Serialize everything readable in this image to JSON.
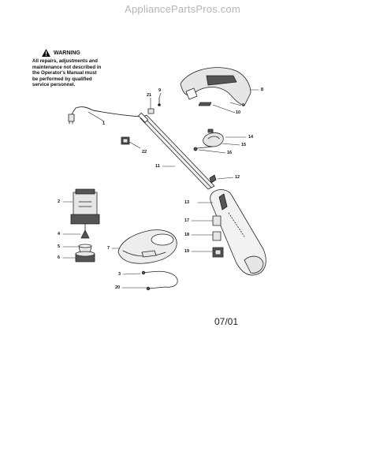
{
  "site": "AppliancePartsPros.com",
  "warning": {
    "title": "WARNING",
    "lines": [
      "All repairs, adjustments and",
      "maintenance not described in",
      "the Operator's Manual must",
      "be performed by qualified",
      "service personnel."
    ]
  },
  "date": "07/01",
  "callouts": {
    "c1": "1",
    "c2": "2",
    "c3": "3",
    "c4": "4",
    "c5": "5",
    "c6": "6",
    "c7": "7",
    "c8": "8",
    "c9a": "9",
    "c9b": "9",
    "c10": "10",
    "c11": "11",
    "c12": "12",
    "c13": "13",
    "c14": "14",
    "c15": "15",
    "c16": "16",
    "c17": "17",
    "c18": "18",
    "c19": "19",
    "c20": "20",
    "c21": "21",
    "c22": "22"
  },
  "colors": {
    "line": "#222222",
    "part_fill": "#e6e6e6",
    "dark_fill": "#555555",
    "watermark": "#b5b5b5"
  }
}
